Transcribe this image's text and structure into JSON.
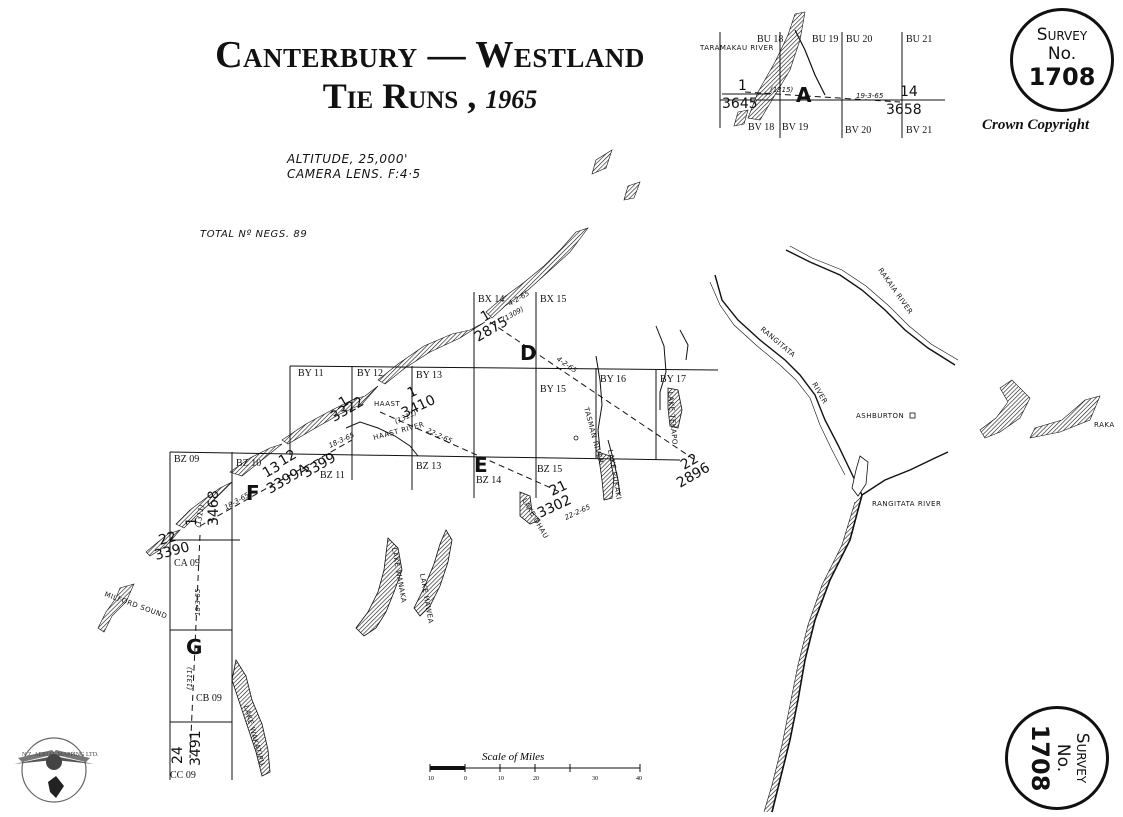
{
  "title": {
    "line1": "Canterbury — Westland",
    "line2": "Tie Runs ,",
    "year": "1965"
  },
  "specs": {
    "altitude": "ALTITUDE, 25,000'",
    "lens": "CAMERA LENS. F:4·5"
  },
  "negs": "TOTAL Nº NEGS. 89",
  "survey_badge": {
    "line1": "Survey",
    "line2": "No.",
    "number": "1708"
  },
  "copyright": "Crown Copyright",
  "logo_text": "N.Z. AERIAL MAPPING LTD.",
  "scale": {
    "label": "Scale of Miles",
    "ticks": [
      "10",
      "0",
      "10",
      "20",
      "30",
      "40"
    ]
  },
  "sheets": {
    "bu18": "BU 18",
    "bu19": "BU 19",
    "bu20": "BU 20",
    "bu21": "BU 21",
    "bv18": "BV 18",
    "bv19": "BV 19",
    "bv20": "BV 20",
    "bv21": "BV 21",
    "bx14": "BX 14",
    "bx15": "BX 15",
    "by11": "BY 11",
    "by12": "BY 12",
    "by13": "BY 13",
    "by15": "BY 15",
    "by16": "BY 16",
    "by17": "BY 17",
    "bz09": "BZ 09",
    "bz10": "BZ 10",
    "bz11": "BZ 11",
    "bz13": "BZ 13",
    "bz14": "BZ 14",
    "bz15": "BZ 15",
    "ca09": "CA 09",
    "cb09": "CB 09",
    "cc09": "CC 09"
  },
  "places": {
    "taramakau": "TARAMAKAU RIVER",
    "rakaia": "RAKAIA RIVER",
    "rangitata_upper": "RANGITATA",
    "river_word": "RIVER",
    "rangitata_lower": "RANGITATA RIVER",
    "ashburton": "ASHBURTON",
    "raka": "RAKA",
    "haast": "HAAST",
    "haast_river": "HAAST RIVER",
    "lake_wanaka": "LAKE WANAKA",
    "lake_hawea": "LAKE HAWEA",
    "lake_wakatipu": "LAKE WAKATIPU",
    "milford_sound": "MILFORD SOUND",
    "lake_tekapo": "LAKE TEKAPO",
    "lake_pukaki": "LAKE PUKAKI",
    "lake_ohau": "LAKE OHAU",
    "tasman_river": "TASMAN RIVER"
  },
  "runs": {
    "A": {
      "letter": "A",
      "start_num": "1",
      "start_neg": "3645",
      "end_num": "14",
      "end_neg": "3658",
      "date": "19-3-65",
      "film": "(1315)"
    },
    "D": {
      "letter": "D",
      "start_num": "1",
      "start_neg": "2875",
      "end_num": "22",
      "end_neg": "2896",
      "date_start": "4-2-65",
      "date_end": "4-2-65",
      "film": "(1309)"
    },
    "E": {
      "letter": "E",
      "start_num": "1",
      "start_neg": "3410",
      "end_num": "21",
      "end_neg": "3302",
      "date_start": "22-2-65",
      "date_end": "22-2-65",
      "film": "(1311)"
    },
    "F": {
      "letter": "F",
      "start_num": "13",
      "start_neg": "3399A",
      "end_num": "12",
      "end_neg": "3399",
      "date_start": "18-3-65",
      "date_end": "18-3-65",
      "mid_num": "1",
      "mid_neg": "3322",
      "film": "(1311)"
    },
    "G": {
      "letter": "G",
      "start_num": "1",
      "start_neg": "3468",
      "end_num": "24",
      "end_neg": "3491",
      "date": "18-3-65",
      "film": "(1311)",
      "film_top": "(1311)",
      "west_num": "22",
      "west_neg": "3390"
    }
  }
}
